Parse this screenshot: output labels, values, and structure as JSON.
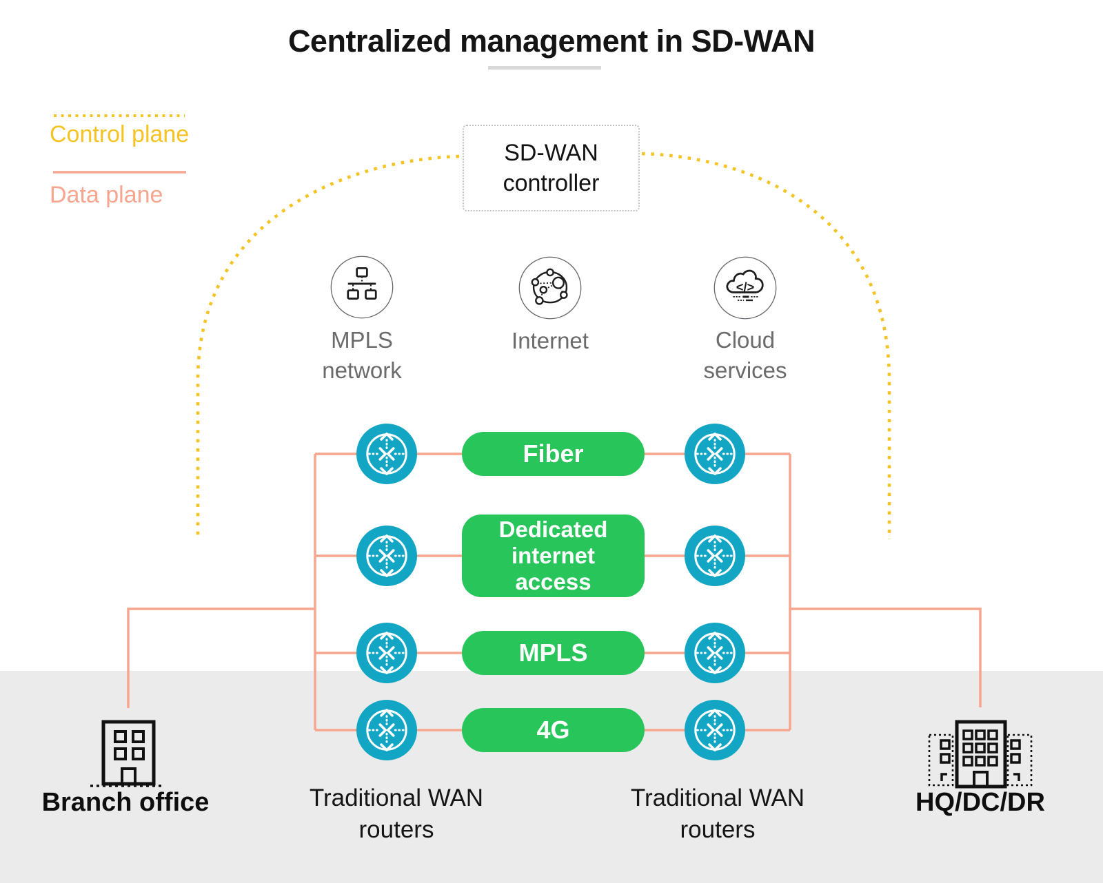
{
  "title": "Centralized management in SD-WAN",
  "legend": {
    "control": "Control plane",
    "data": "Data plane"
  },
  "controller": {
    "label": "SD-WAN controller"
  },
  "services": {
    "mpls_network": {
      "label": "MPLS network"
    },
    "internet": {
      "label": "Internet"
    },
    "cloud_services": {
      "label": "Cloud services"
    }
  },
  "links": {
    "fiber": {
      "label": "Fiber"
    },
    "dedicated_internet_access": {
      "label": "Dedicated internet access"
    },
    "mpls": {
      "label": "MPLS"
    },
    "4g": {
      "label": "4G"
    }
  },
  "router_groups": {
    "left": {
      "label": "Traditional WAN routers"
    },
    "right": {
      "label": "Traditional WAN routers"
    }
  },
  "sites": {
    "branch_office": {
      "label": "Branch office"
    },
    "hq_dc_dr": {
      "label": "HQ/DC/DR"
    }
  },
  "colors": {
    "control_plane_yellow": "#F5C323",
    "data_plane_salmon": "#F7A58F",
    "link_green": "#28C65A",
    "router_teal": "#12A6C4",
    "footer_band_gray": "#EBEBEB",
    "label_gray": "#6B6B6B"
  }
}
